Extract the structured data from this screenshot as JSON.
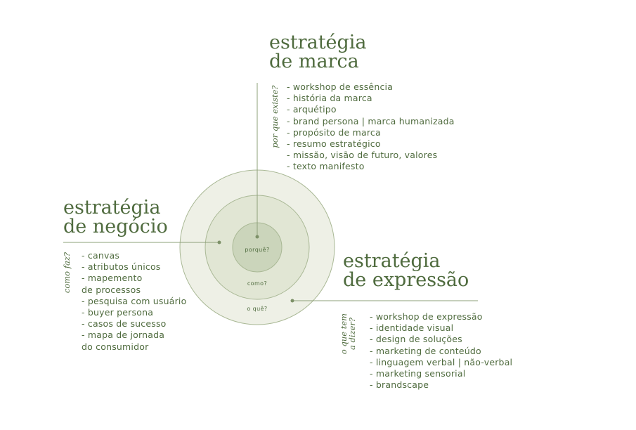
{
  "colors": {
    "text": "#4f6b3e",
    "ring_outer": "#eef0e6",
    "ring_middle": "#e1e6d4",
    "ring_inner": "#cbd5bb",
    "ring_stroke": "#a9b895",
    "line": "#8ea07a"
  },
  "center_rings": {
    "inner": "porquê?",
    "middle": "como?",
    "outer": "o quê?"
  },
  "marca": {
    "title_line1": "estratégia",
    "title_line2": "de marca",
    "question": "por que existe?",
    "items": [
      "- workshop de essência",
      "- história da marca",
      "- arquétipo",
      "- brand persona | marca humanizada",
      "- propósito de marca",
      "- resumo estratégico",
      "- missão, visão de futuro, valores",
      "- texto manifesto"
    ]
  },
  "negocio": {
    "title_line1": "estratégia",
    "title_line2": "de negócio",
    "question": "como faz?",
    "items": [
      "- canvas",
      "- atributos únicos",
      "- mapemento",
      "de processos",
      "- pesquisa com usuário",
      "- buyer persona",
      "- casos de sucesso",
      "- mapa de jornada",
      "do consumidor"
    ]
  },
  "expressao": {
    "title_line1": "estratégia",
    "title_line2": "de expressão",
    "question_line1": "o que tem",
    "question_line2": "a dizer?",
    "items": [
      "- workshop de expressão",
      "- identidade visual",
      "- design de soluções",
      "- marketing de conteúdo",
      "- linguagem verbal | não-verbal",
      "- marketing sensorial",
      "- brandscape"
    ]
  }
}
